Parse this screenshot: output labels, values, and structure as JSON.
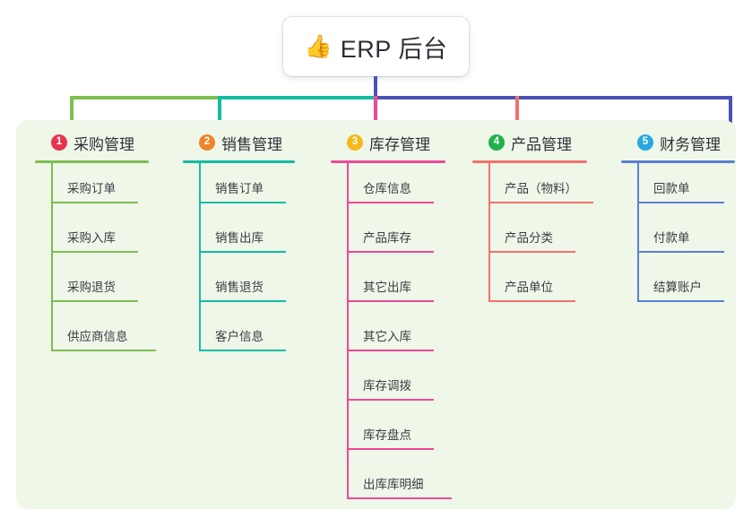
{
  "root": {
    "icon": "thumbs-up-icon",
    "emoji": "👍",
    "title": "ERP 后台"
  },
  "theme": {
    "page_background": "#ffffff",
    "panel_background": "#eff7e9",
    "trunk_color": "#4a52b8",
    "text_color": "#2f3238"
  },
  "columns": [
    {
      "number": "1",
      "title": "采购管理",
      "badge_color": "#e8344e",
      "line_color": "#7cbe4f",
      "items": [
        {
          "label": "采购订单"
        },
        {
          "label": "采购入库"
        },
        {
          "label": "采购退货"
        },
        {
          "label": "供应商信息"
        }
      ]
    },
    {
      "number": "2",
      "title": "销售管理",
      "badge_color": "#f0842c",
      "line_color": "#14bba4",
      "items": [
        {
          "label": "销售订单"
        },
        {
          "label": "销售出库"
        },
        {
          "label": "销售退货"
        },
        {
          "label": "客户信息"
        }
      ]
    },
    {
      "number": "3",
      "title": "库存管理",
      "badge_color": "#f5b91e",
      "line_color": "#ec4899",
      "items": [
        {
          "label": "仓库信息"
        },
        {
          "label": "产品库存"
        },
        {
          "label": "其它出库"
        },
        {
          "label": "其它入库"
        },
        {
          "label": "库存调拨"
        },
        {
          "label": "库存盘点"
        },
        {
          "label": "出库库明细"
        }
      ]
    },
    {
      "number": "4",
      "title": "产品管理",
      "badge_color": "#22b14c",
      "line_color": "#f4716b",
      "items": [
        {
          "label": "产品（物料）",
          "wide": true
        },
        {
          "label": "产品分类"
        },
        {
          "label": "产品单位"
        }
      ]
    },
    {
      "number": "5",
      "title": "财务管理",
      "badge_color": "#29a8e0",
      "line_color": "#5a7fd4",
      "items": [
        {
          "label": "回款单"
        },
        {
          "label": "付款单"
        },
        {
          "label": "结算账户"
        }
      ]
    }
  ]
}
